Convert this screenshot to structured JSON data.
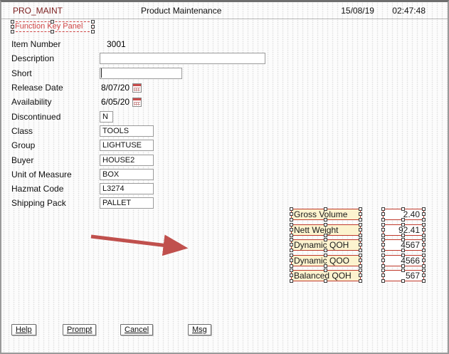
{
  "header": {
    "app_id": "PRO_MAINT",
    "title": "Product Maintenance",
    "date": "15/08/19",
    "time": "02:47:48"
  },
  "function_key_panel": {
    "label": "Function Key Panel"
  },
  "form": {
    "fields": [
      {
        "label": "Item Number",
        "value": "3001"
      },
      {
        "label": "Description",
        "value": ""
      },
      {
        "label": "Short",
        "value": ""
      },
      {
        "label": "Release Date",
        "value": "8/07/20"
      },
      {
        "label": "Availability",
        "value": "6/05/20"
      },
      {
        "label": "Discontinued",
        "value": "N"
      },
      {
        "label": "Class",
        "value": "TOOLS"
      },
      {
        "label": "Group",
        "value": "LIGHTUSE"
      },
      {
        "label": "Buyer",
        "value": "HOUSE2"
      },
      {
        "label": "Unit of Measure",
        "value": "BOX"
      },
      {
        "label": "Hazmat Code",
        "value": "L3274"
      },
      {
        "label": "Shipping Pack",
        "value": "PALLET"
      }
    ]
  },
  "metrics": {
    "rows": [
      {
        "label": "Gross Volume",
        "value": "2.40"
      },
      {
        "label": "Nett Weight",
        "value": "92.41"
      },
      {
        "label": "Dynamic QOH",
        "value": "4567"
      },
      {
        "label": "Dynamic QOO",
        "value": "4566"
      },
      {
        "label": "Balanced QOH",
        "value": "567"
      }
    ]
  },
  "buttons": [
    {
      "label": "Help"
    },
    {
      "label": "Prompt"
    },
    {
      "label": "Cancel"
    },
    {
      "label": "Msg"
    }
  ],
  "icons": {
    "calendar": "calendar-icon"
  },
  "colors": {
    "app_id_text": "#7b1e1e",
    "selection_red": "#c0392b",
    "panel_label_red": "#d04545",
    "metric_label_bg": "#fcf3cf",
    "arrow": "#c0504d"
  }
}
